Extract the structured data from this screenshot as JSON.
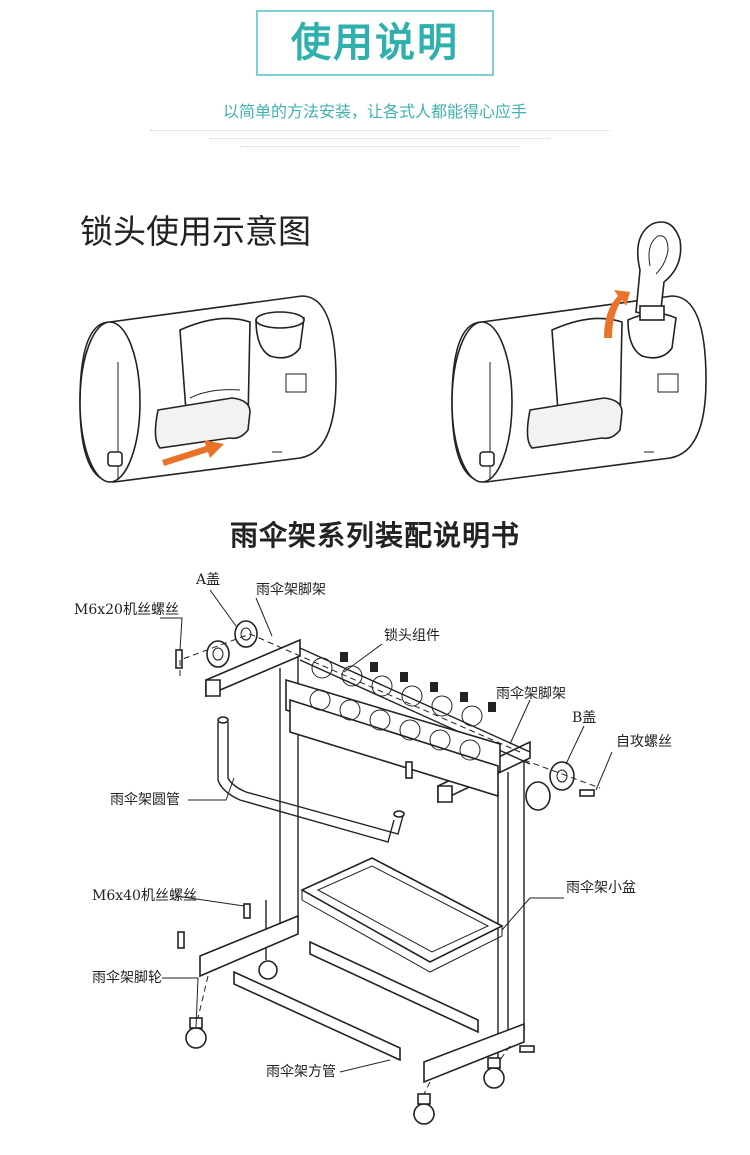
{
  "header": {
    "title": "使用说明",
    "subtitle": "以简单的方法安装，让各式人都能得心应手"
  },
  "lock_section": {
    "title": "锁头使用示意图"
  },
  "assembly_section": {
    "title": "雨伞架系列装配说明书",
    "labels": {
      "a_cap": "A盖",
      "stand_frame_top": "雨伞架脚架",
      "m6x20_screw": "M6x20机丝螺丝",
      "lock_assembly": "锁头组件",
      "stand_frame_right": "雨伞架脚架",
      "b_cap": "B盖",
      "self_tapping_screw": "自攻螺丝",
      "round_tube": "雨伞架圆管",
      "m6x40_screw": "M6x40机丝螺丝",
      "drip_tray": "雨伞架小盆",
      "caster": "雨伞架脚轮",
      "square_tube": "雨伞架方管"
    }
  },
  "colors": {
    "accent": "#2fb0ac",
    "arrow": "#e8742a"
  }
}
